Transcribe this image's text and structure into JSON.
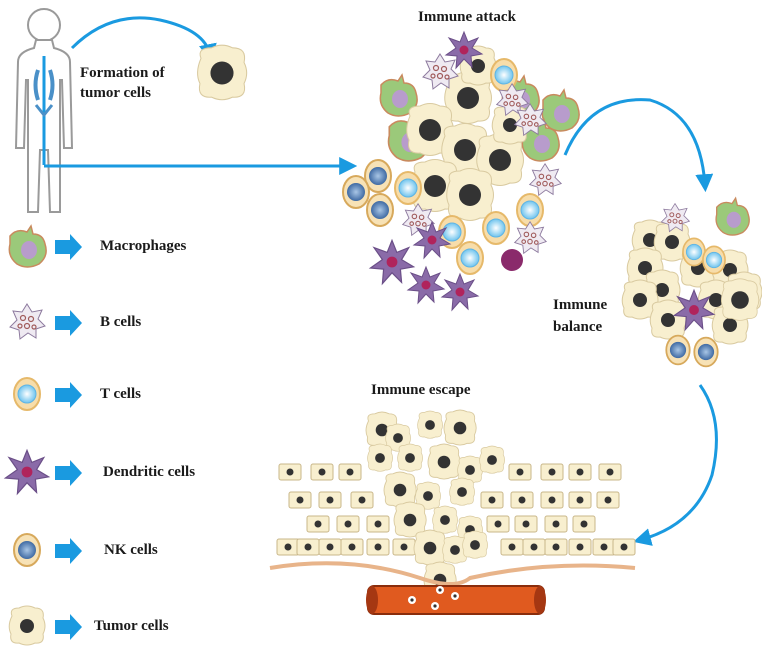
{
  "labels": {
    "formation_line1": "Formation of",
    "formation_line2": "tumor cells",
    "immune_attack": "Immune attack",
    "immune_balance_line1": "Immune",
    "immune_balance_line2": "balance",
    "immune_escape": "Immune escape"
  },
  "legend": [
    {
      "label": "Macrophages",
      "icon": "macrophage-icon"
    },
    {
      "label": "B cells",
      "icon": "b-cell-icon"
    },
    {
      "label": "T cells",
      "icon": "t-cell-icon"
    },
    {
      "label": "Dendritic cells",
      "icon": "dendritic-cell-icon"
    },
    {
      "label": "NK cells",
      "icon": "nk-cell-icon"
    },
    {
      "label": "Tumor cells",
      "icon": "tumor-cell-icon"
    }
  ],
  "colors": {
    "arrow": "#1a9ae0",
    "tumor_fill": "#f8efcf",
    "tumor_nucleus": "#333333",
    "macrophage_fill": "#9bc97a",
    "macrophage_nucleus": "#b89ccc",
    "t_cell_ring": "#e6b96a",
    "t_cell_core": "#6fc4ee",
    "nk_ring": "#e6c27a",
    "nk_core": "#5b86b5",
    "dendritic": "#8a6ba8",
    "vessel": "#e05a1f"
  }
}
